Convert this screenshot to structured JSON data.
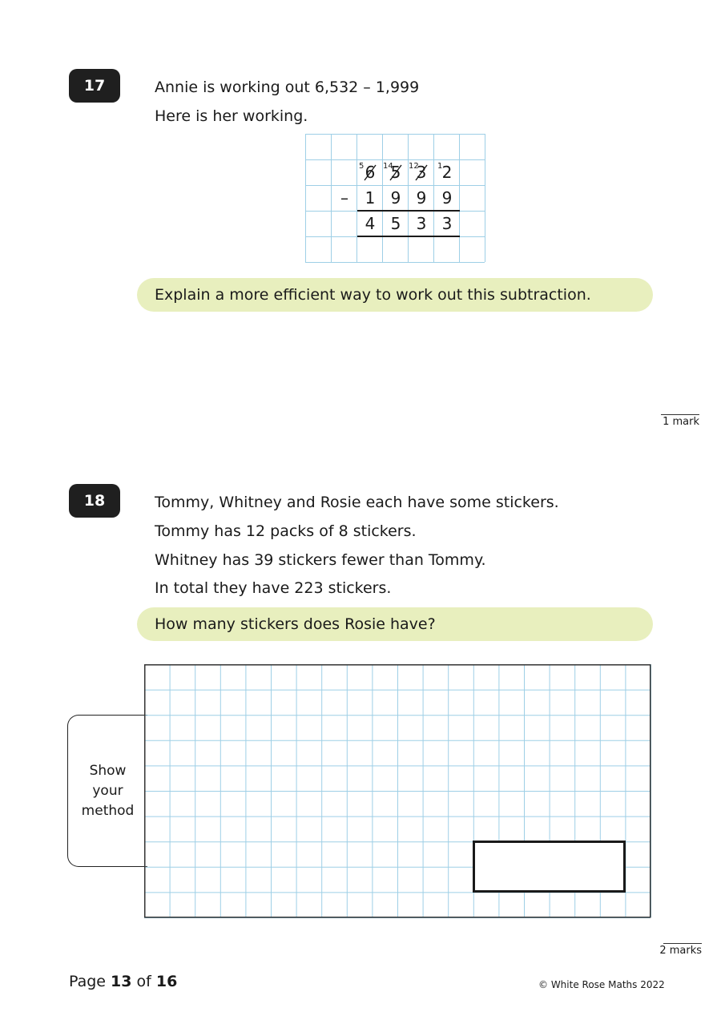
{
  "q17": {
    "number": "17",
    "line1": "Annie is working out 6,532 – 1,999",
    "line2": "Here is her working.",
    "working": {
      "carries": [
        "5",
        "14",
        "12",
        "1"
      ],
      "top_digits": [
        "6",
        "5",
        "3",
        "2"
      ],
      "minus": "–",
      "bottom_digits": [
        "1",
        "9",
        "9",
        "9"
      ],
      "result_digits": [
        "4",
        "5",
        "3",
        "3"
      ]
    },
    "prompt": "Explain a more efficient way to work out this subtraction.",
    "marks": "1 mark"
  },
  "q18": {
    "number": "18",
    "line1": "Tommy, Whitney and Rosie each have some stickers.",
    "line2": "Tommy has 12 packs of 8 stickers.",
    "line3": "Whitney has 39 stickers fewer than Tommy.",
    "line4": "In total they have 223 stickers.",
    "prompt": "How many stickers does Rosie have?",
    "method_label": [
      "Show",
      "your",
      "method"
    ],
    "marks": "2 marks"
  },
  "footer": {
    "page_word": "Page",
    "page_current": "13",
    "of_word": "of",
    "page_total": "16",
    "copyright": "© White Rose Maths 2022"
  },
  "colors": {
    "grid_line": "#9ecfe6",
    "banner": "#e8efbe",
    "badge": "#1f1f1f"
  }
}
